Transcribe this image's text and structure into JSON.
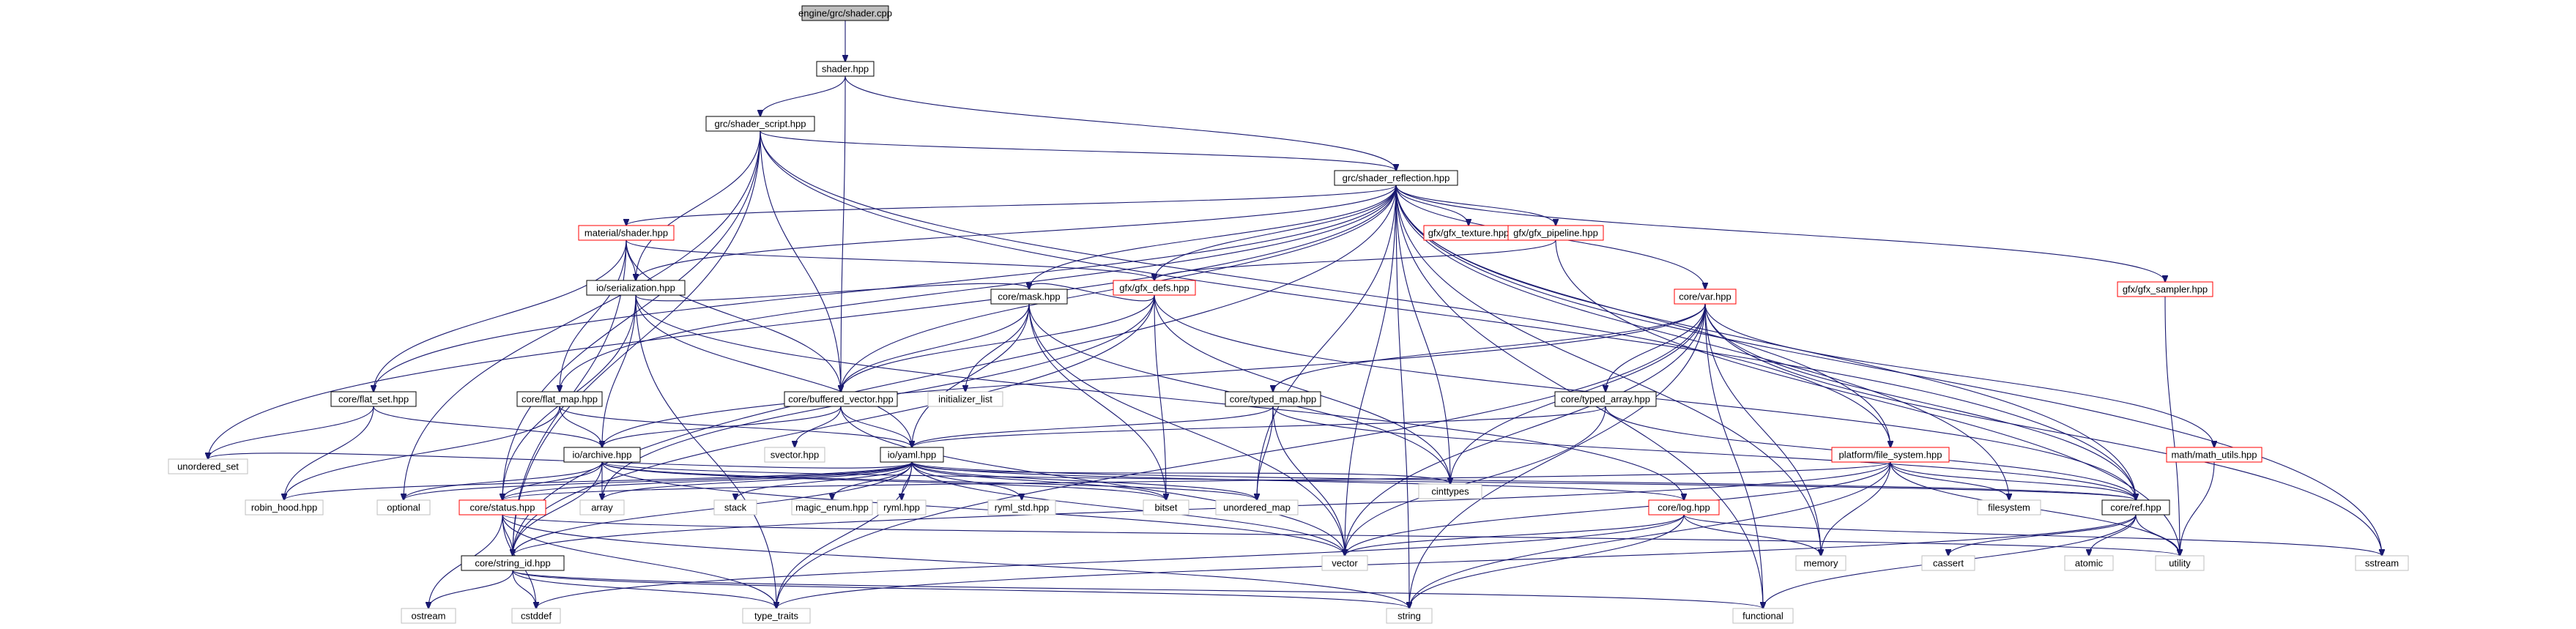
{
  "nodes": [
    {
      "id": "root",
      "label": "engine/grc/shader.cpp",
      "style": "root",
      "link": false
    },
    {
      "id": "shader_hpp",
      "label": "shader.hpp",
      "style": "black",
      "link": true
    },
    {
      "id": "shader_script",
      "label": "grc/shader_script.hpp",
      "style": "black",
      "link": true
    },
    {
      "id": "shader_reflection",
      "label": "grc/shader_reflection.hpp",
      "style": "black",
      "link": true
    },
    {
      "id": "material_shader",
      "label": "material/shader.hpp",
      "style": "red",
      "link": true
    },
    {
      "id": "gfx_texture",
      "label": "gfx/gfx_texture.hpp",
      "style": "red",
      "link": true
    },
    {
      "id": "gfx_pipeline",
      "label": "gfx/gfx_pipeline.hpp",
      "style": "red",
      "link": true
    },
    {
      "id": "gfx_sampler",
      "label": "gfx/gfx_sampler.hpp",
      "style": "red",
      "link": true
    },
    {
      "id": "io_serialization",
      "label": "io/serialization.hpp",
      "style": "black",
      "link": true
    },
    {
      "id": "gfx_defs",
      "label": "gfx/gfx_defs.hpp",
      "style": "red",
      "link": true
    },
    {
      "id": "core_var",
      "label": "core/var.hpp",
      "style": "red",
      "link": true
    },
    {
      "id": "core_mask",
      "label": "core/mask.hpp",
      "style": "black",
      "link": true
    },
    {
      "id": "core_flat_set",
      "label": "core/flat_set.hpp",
      "style": "black",
      "link": true
    },
    {
      "id": "core_flat_map",
      "label": "core/flat_map.hpp",
      "style": "black",
      "link": true
    },
    {
      "id": "core_buffered_vector",
      "label": "core/buffered_vector.hpp",
      "style": "black",
      "link": true
    },
    {
      "id": "initializer_list",
      "label": "initializer_list",
      "style": "gray",
      "link": false
    },
    {
      "id": "core_typed_map",
      "label": "core/typed_map.hpp",
      "style": "black",
      "link": true
    },
    {
      "id": "core_typed_array",
      "label": "core/typed_array.hpp",
      "style": "black",
      "link": true
    },
    {
      "id": "math_utils",
      "label": "math/math_utils.hpp",
      "style": "red",
      "link": true
    },
    {
      "id": "io_archive",
      "label": "io/archive.hpp",
      "style": "black",
      "link": true
    },
    {
      "id": "svector",
      "label": "svector.hpp",
      "style": "gray",
      "link": false
    },
    {
      "id": "io_yaml",
      "label": "io/yaml.hpp",
      "style": "black",
      "link": true
    },
    {
      "id": "platform_fs",
      "label": "platform/file_system.hpp",
      "style": "red",
      "link": true
    },
    {
      "id": "unordered_set",
      "label": "unordered_set",
      "style": "gray",
      "link": false
    },
    {
      "id": "robin_hood",
      "label": "robin_hood.hpp",
      "style": "gray",
      "link": false
    },
    {
      "id": "optional",
      "label": "optional",
      "style": "gray",
      "link": false
    },
    {
      "id": "core_status",
      "label": "core/status.hpp",
      "style": "red",
      "link": true
    },
    {
      "id": "array",
      "label": "array",
      "style": "gray",
      "link": false
    },
    {
      "id": "stack",
      "label": "stack",
      "style": "gray",
      "link": false
    },
    {
      "id": "magic_enum",
      "label": "magic_enum.hpp",
      "style": "gray",
      "link": false
    },
    {
      "id": "ryml",
      "label": "ryml.hpp",
      "style": "gray",
      "link": false
    },
    {
      "id": "ryml_std",
      "label": "ryml_std.hpp",
      "style": "gray",
      "link": false
    },
    {
      "id": "bitset",
      "label": "bitset",
      "style": "gray",
      "link": false
    },
    {
      "id": "unordered_map",
      "label": "unordered_map",
      "style": "gray",
      "link": false
    },
    {
      "id": "cinttypes",
      "label": "cinttypes",
      "style": "gray",
      "link": false
    },
    {
      "id": "core_log",
      "label": "core/log.hpp",
      "style": "red",
      "link": true
    },
    {
      "id": "filesystem",
      "label": "filesystem",
      "style": "gray",
      "link": false
    },
    {
      "id": "core_ref",
      "label": "core/ref.hpp",
      "style": "black",
      "link": true
    },
    {
      "id": "vector",
      "label": "vector",
      "style": "gray",
      "link": false
    },
    {
      "id": "cassert",
      "label": "cassert",
      "style": "gray",
      "link": false
    },
    {
      "id": "memory",
      "label": "memory",
      "style": "gray",
      "link": false
    },
    {
      "id": "atomic",
      "label": "atomic",
      "style": "gray",
      "link": false
    },
    {
      "id": "utility",
      "label": "utility",
      "style": "gray",
      "link": false
    },
    {
      "id": "sstream",
      "label": "sstream",
      "style": "gray",
      "link": false
    },
    {
      "id": "core_string_id",
      "label": "core/string_id.hpp",
      "style": "black",
      "link": true
    },
    {
      "id": "ostream",
      "label": "ostream",
      "style": "gray",
      "link": false
    },
    {
      "id": "cstddef",
      "label": "cstddef",
      "style": "gray",
      "link": false
    },
    {
      "id": "type_traits",
      "label": "type_traits",
      "style": "gray",
      "link": false
    },
    {
      "id": "string",
      "label": "string",
      "style": "gray",
      "link": false
    },
    {
      "id": "functional",
      "label": "functional",
      "style": "gray",
      "link": false
    }
  ],
  "edges": [
    [
      "root",
      "shader_hpp"
    ],
    [
      "shader_hpp",
      "shader_script"
    ],
    [
      "shader_hpp",
      "shader_reflection"
    ],
    [
      "shader_hpp",
      "core_buffered_vector"
    ],
    [
      "shader_script",
      "shader_reflection"
    ],
    [
      "shader_script",
      "io_serialization"
    ],
    [
      "shader_script",
      "core_buffered_vector"
    ],
    [
      "shader_script",
      "core_status"
    ],
    [
      "shader_script",
      "optional"
    ],
    [
      "shader_script",
      "core_string_id"
    ],
    [
      "shader_script",
      "platform_fs"
    ],
    [
      "shader_script",
      "core_ref"
    ],
    [
      "shader_reflection",
      "material_shader"
    ],
    [
      "shader_reflection",
      "gfx_texture"
    ],
    [
      "shader_reflection",
      "gfx_pipeline"
    ],
    [
      "shader_reflection",
      "gfx_sampler"
    ],
    [
      "shader_reflection",
      "io_serialization"
    ],
    [
      "shader_reflection",
      "gfx_defs"
    ],
    [
      "shader_reflection",
      "core_var"
    ],
    [
      "shader_reflection",
      "core_mask"
    ],
    [
      "shader_reflection",
      "core_flat_set"
    ],
    [
      "shader_reflection",
      "core_flat_map"
    ],
    [
      "shader_reflection",
      "core_buffered_vector"
    ],
    [
      "shader_reflection",
      "unordered_set"
    ],
    [
      "shader_reflection",
      "core_string_id"
    ],
    [
      "shader_reflection",
      "vector"
    ],
    [
      "shader_reflection",
      "unordered_map"
    ],
    [
      "shader_reflection",
      "cinttypes"
    ],
    [
      "shader_reflection",
      "memory"
    ],
    [
      "shader_reflection",
      "filesystem"
    ],
    [
      "shader_reflection",
      "core_ref"
    ],
    [
      "shader_reflection",
      "platform_fs"
    ],
    [
      "shader_reflection",
      "sstream"
    ],
    [
      "shader_reflection",
      "string"
    ],
    [
      "shader_reflection",
      "functional"
    ],
    [
      "material_shader",
      "io_serialization"
    ],
    [
      "material_shader",
      "gfx_defs"
    ],
    [
      "material_shader",
      "core_flat_set"
    ],
    [
      "material_shader",
      "core_flat_map"
    ],
    [
      "material_shader",
      "core_buffered_vector"
    ],
    [
      "material_shader",
      "core_string_id"
    ],
    [
      "gfx_pipeline",
      "gfx_defs"
    ],
    [
      "gfx_pipeline",
      "utility"
    ],
    [
      "gfx_sampler",
      "utility"
    ],
    [
      "io_serialization",
      "io_archive"
    ],
    [
      "io_serialization",
      "io_yaml"
    ],
    [
      "io_serialization",
      "core_mask"
    ],
    [
      "io_serialization",
      "core_status"
    ],
    [
      "io_serialization",
      "core_log"
    ],
    [
      "io_serialization",
      "type_traits"
    ],
    [
      "gfx_defs",
      "core_mask"
    ],
    [
      "gfx_defs",
      "core_buffered_vector"
    ],
    [
      "gfx_defs",
      "bitset"
    ],
    [
      "gfx_defs",
      "cinttypes"
    ],
    [
      "gfx_defs",
      "core_ref"
    ],
    [
      "gfx_defs",
      "array"
    ],
    [
      "gfx_defs",
      "core_string_id"
    ],
    [
      "core_var",
      "core_typed_map"
    ],
    [
      "core_var",
      "core_typed_array"
    ],
    [
      "core_var",
      "math_utils"
    ],
    [
      "core_var",
      "io_archive"
    ],
    [
      "core_var",
      "vector"
    ],
    [
      "core_var",
      "cinttypes"
    ],
    [
      "core_var",
      "memory"
    ],
    [
      "core_var",
      "string"
    ],
    [
      "core_var",
      "type_traits"
    ],
    [
      "core_var",
      "core_ref"
    ],
    [
      "core_var",
      "sstream"
    ],
    [
      "core_var",
      "functional"
    ],
    [
      "core_mask",
      "initializer_list"
    ],
    [
      "core_mask",
      "core_buffered_vector"
    ],
    [
      "core_mask",
      "io_yaml"
    ],
    [
      "core_mask",
      "bitset"
    ],
    [
      "core_mask",
      "vector"
    ],
    [
      "core_mask",
      "cinttypes"
    ],
    [
      "core_flat_set",
      "io_archive"
    ],
    [
      "core_flat_set",
      "unordered_set"
    ],
    [
      "core_flat_set",
      "robin_hood"
    ],
    [
      "core_flat_map",
      "io_archive"
    ],
    [
      "core_flat_map",
      "robin_hood"
    ],
    [
      "core_flat_map",
      "io_yaml"
    ],
    [
      "core_buffered_vector",
      "io_archive"
    ],
    [
      "core_buffered_vector",
      "svector"
    ],
    [
      "core_buffered_vector",
      "io_yaml"
    ],
    [
      "core_buffered_vector",
      "vector"
    ],
    [
      "core_typed_map",
      "io_yaml"
    ],
    [
      "core_typed_map",
      "unordered_map"
    ],
    [
      "core_typed_map",
      "vector"
    ],
    [
      "core_typed_map",
      "core_ref"
    ],
    [
      "core_typed_array",
      "io_yaml"
    ],
    [
      "core_typed_array",
      "vector"
    ],
    [
      "core_typed_array",
      "core_ref"
    ],
    [
      "math_utils",
      "utility"
    ],
    [
      "io_archive",
      "optional"
    ],
    [
      "io_archive",
      "core_status"
    ],
    [
      "io_archive",
      "array"
    ],
    [
      "io_archive",
      "core_string_id"
    ],
    [
      "io_archive",
      "vector"
    ],
    [
      "io_archive",
      "unordered_map"
    ],
    [
      "io_archive",
      "bitset"
    ],
    [
      "io_archive",
      "core_ref"
    ],
    [
      "io_yaml",
      "unordered_set"
    ],
    [
      "io_yaml",
      "robin_hood"
    ],
    [
      "io_yaml",
      "core_status"
    ],
    [
      "io_yaml",
      "array"
    ],
    [
      "io_yaml",
      "stack"
    ],
    [
      "io_yaml",
      "magic_enum"
    ],
    [
      "io_yaml",
      "ryml"
    ],
    [
      "io_yaml",
      "ryml_std"
    ],
    [
      "io_yaml",
      "bitset"
    ],
    [
      "io_yaml",
      "unordered_map"
    ],
    [
      "io_yaml",
      "cinttypes"
    ],
    [
      "io_yaml",
      "core_log"
    ],
    [
      "io_yaml",
      "vector"
    ],
    [
      "io_yaml",
      "core_ref"
    ],
    [
      "io_yaml",
      "core_string_id"
    ],
    [
      "io_yaml",
      "type_traits"
    ],
    [
      "io_yaml",
      "optional"
    ],
    [
      "platform_fs",
      "filesystem"
    ],
    [
      "platform_fs",
      "core_ref"
    ],
    [
      "platform_fs",
      "core_status"
    ],
    [
      "platform_fs",
      "memory"
    ],
    [
      "platform_fs",
      "string"
    ],
    [
      "platform_fs",
      "vector"
    ],
    [
      "platform_fs",
      "utility"
    ],
    [
      "platform_fs",
      "core_string_id"
    ],
    [
      "core_status",
      "core_string_id"
    ],
    [
      "core_status",
      "ostream"
    ],
    [
      "core_status",
      "cstddef"
    ],
    [
      "core_status",
      "type_traits"
    ],
    [
      "core_status",
      "string"
    ],
    [
      "core_status",
      "utility"
    ],
    [
      "core_log",
      "vector"
    ],
    [
      "core_log",
      "memory"
    ],
    [
      "core_log",
      "string"
    ],
    [
      "core_log",
      "cstddef"
    ],
    [
      "core_log",
      "sstream"
    ],
    [
      "core_ref",
      "atomic"
    ],
    [
      "core_ref",
      "utility"
    ],
    [
      "core_ref",
      "cassert"
    ],
    [
      "core_ref",
      "type_traits"
    ],
    [
      "core_ref",
      "functional"
    ],
    [
      "core_string_id",
      "ostream"
    ],
    [
      "core_string_id",
      "cstddef"
    ],
    [
      "core_string_id",
      "type_traits"
    ],
    [
      "core_string_id",
      "string"
    ],
    [
      "core_string_id",
      "functional"
    ]
  ]
}
